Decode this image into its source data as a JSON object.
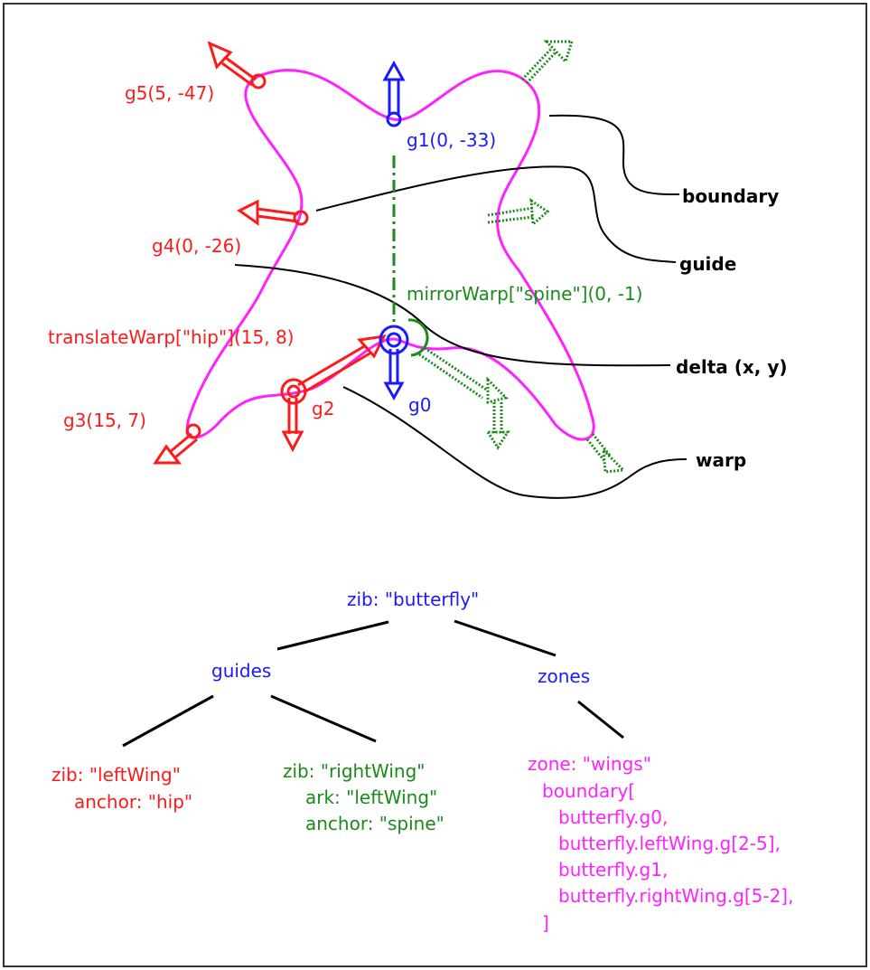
{
  "labels": {
    "g5": "g5(5, -47)",
    "g1": "g1(0, -33)",
    "g4": "g4(0, -26)",
    "g3": "g3(15, 7)",
    "g2": "g2",
    "g0": "g0",
    "mirror": "mirrorWarp[\"spine\"](0, -1)",
    "translate": "translateWarp[\"hip\"](15, 8)"
  },
  "legend": {
    "boundary": "boundary",
    "guide": "guide",
    "delta": "delta (x, y)",
    "warp": "warp"
  },
  "tree": {
    "root": "zib: \"butterfly\"",
    "guides": "guides",
    "zones": "zones",
    "left_wing": [
      "zib: \"leftWing\"",
      "anchor: \"hip\""
    ],
    "right_wing": [
      "zib: \"rightWing\"",
      "ark: \"leftWing\"",
      "anchor: \"spine\""
    ],
    "zone": [
      "zone: \"wings\"",
      "boundary[",
      "butterfly.g0,",
      "butterfly.leftWing.g[2-5],",
      "butterfly.g1,",
      "butterfly.rightWing.g[5-2],",
      "]"
    ]
  },
  "colors": {
    "red": "#ff1a1a",
    "blue": "#1a1aff",
    "green": "#1a8a1a",
    "magenta": "#ff22ff",
    "black": "#000000"
  }
}
